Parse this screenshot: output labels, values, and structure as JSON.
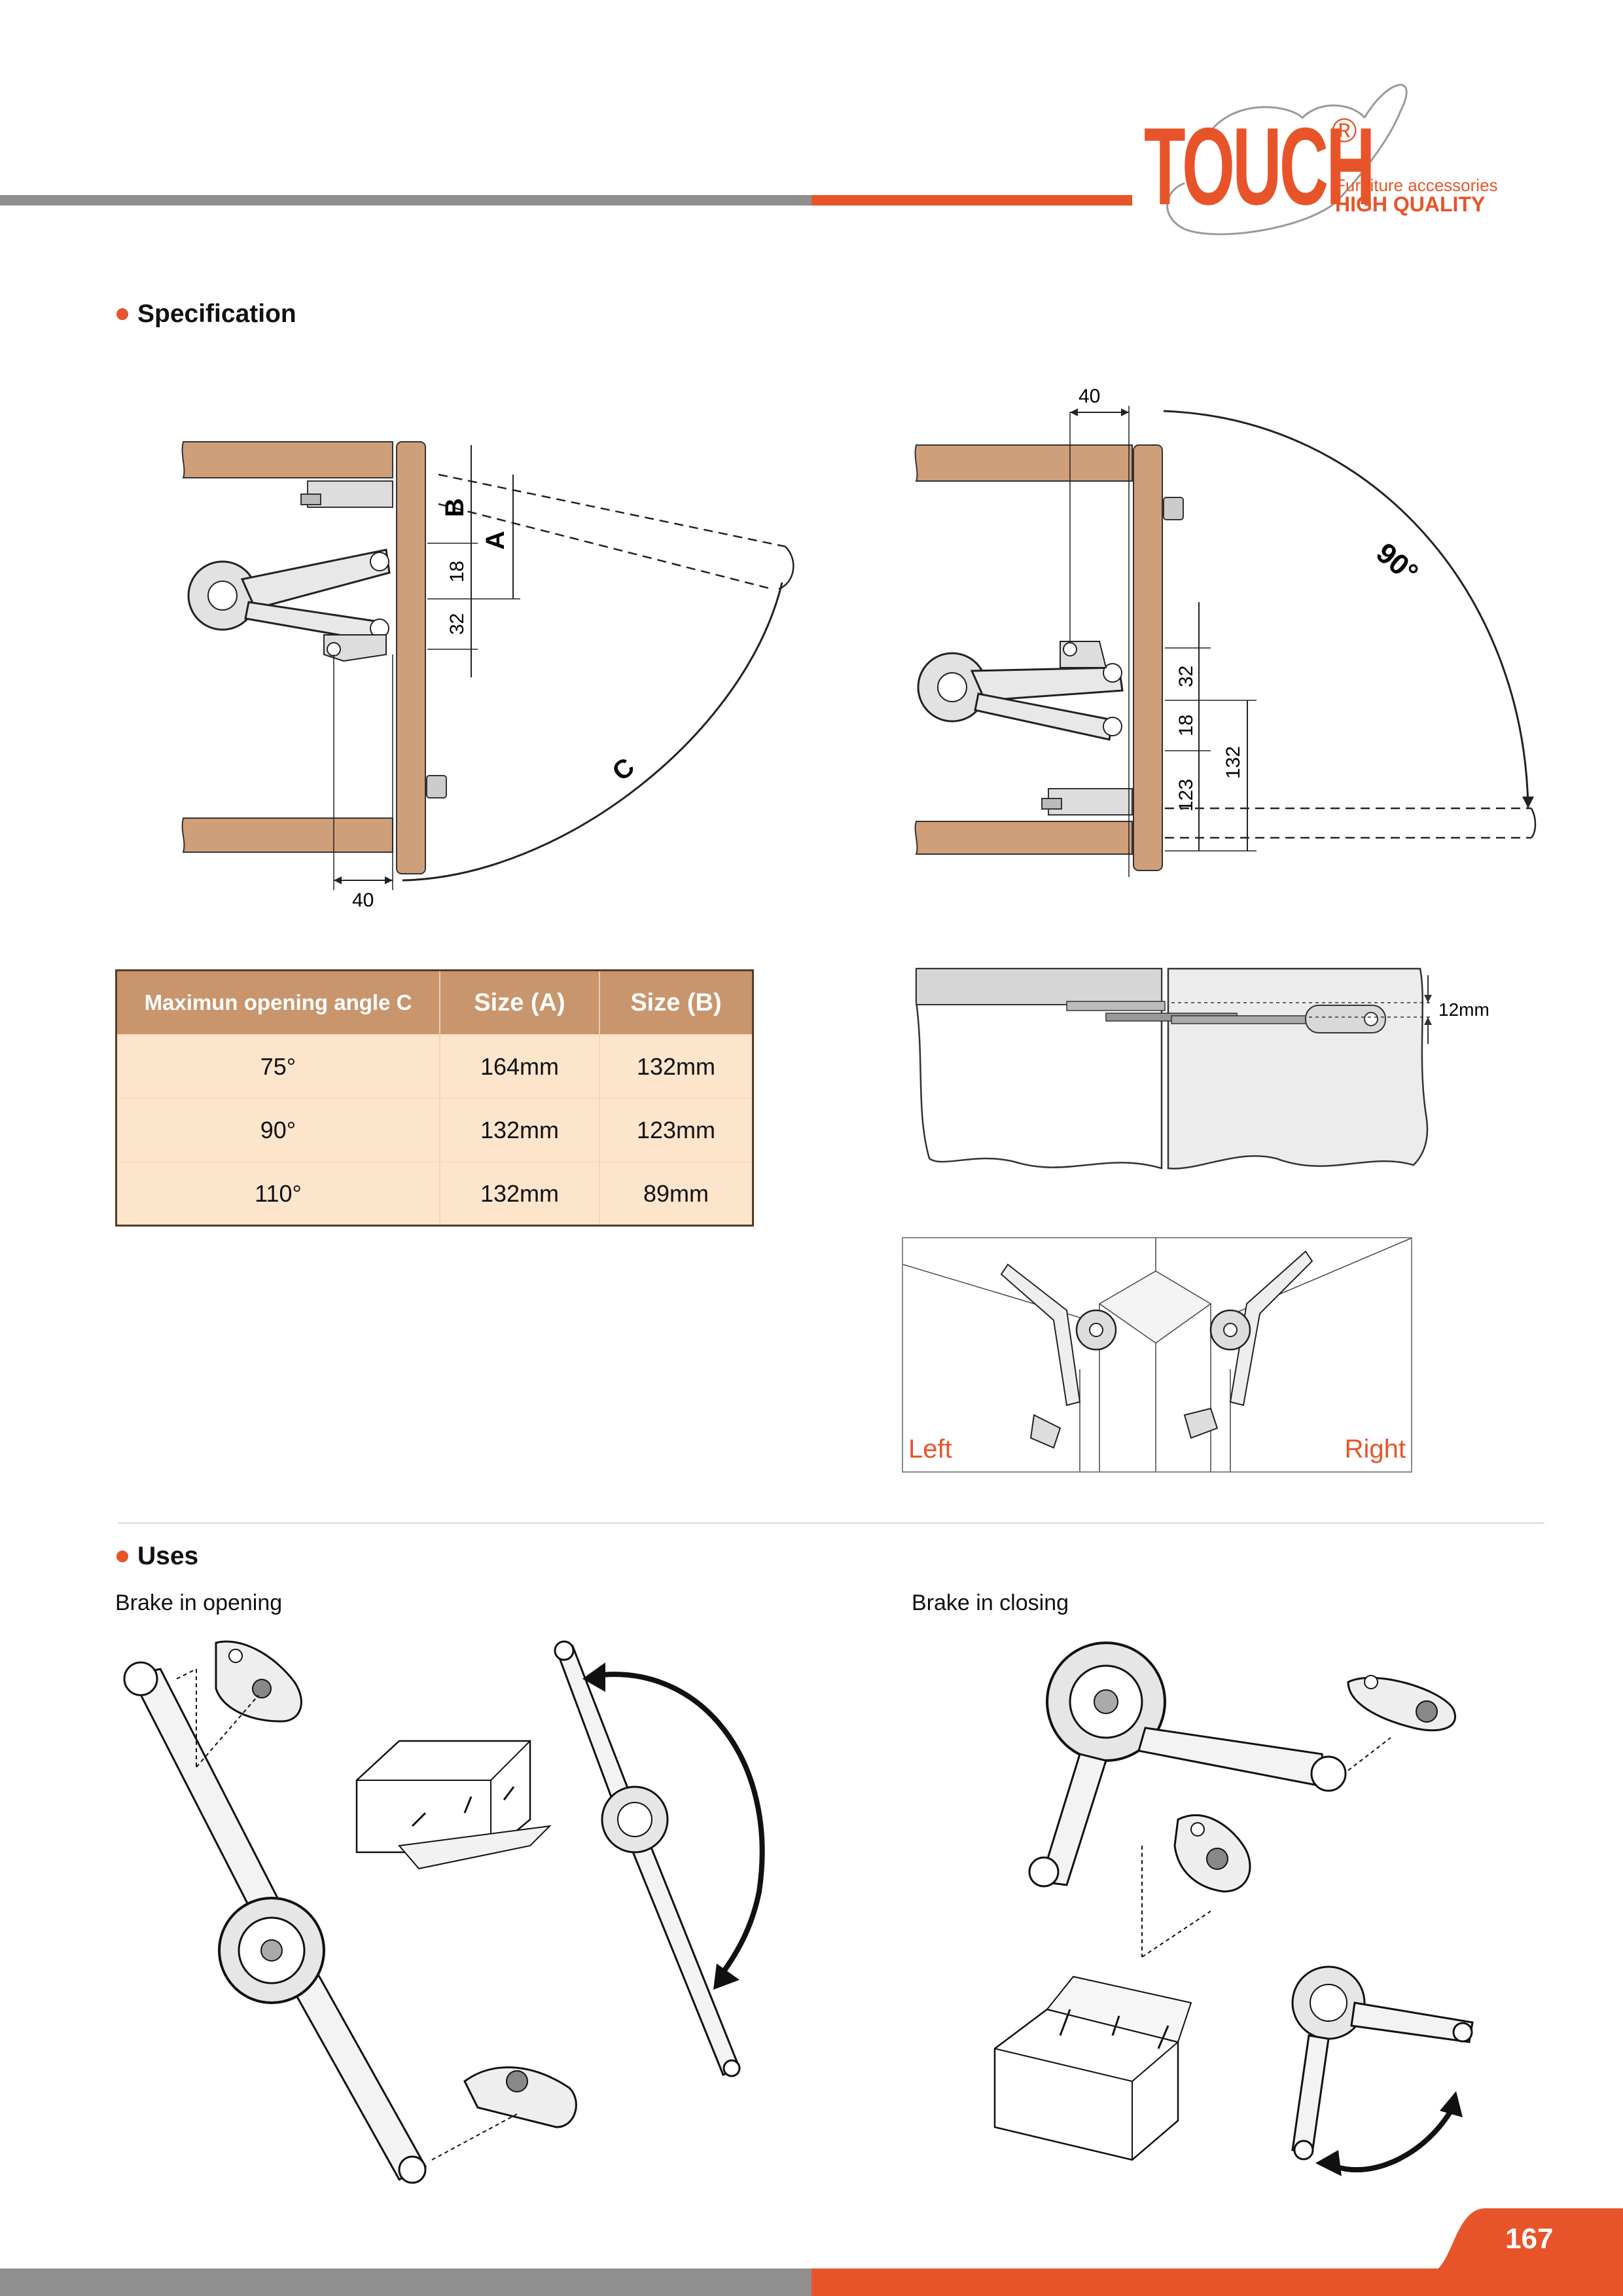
{
  "brand": {
    "name": "TOUCH",
    "registered_mark": "®",
    "tagline_line1": "Furniture accessories",
    "tagline_line2": "HIGH QUALITY"
  },
  "colors": {
    "accent": "#e8542a",
    "gray_bar": "#8f8f8f",
    "wood": "#cf9f7a",
    "table_header": "#c8956c",
    "table_row": "#fde5cc"
  },
  "specification": {
    "title": "Specification",
    "drawing_left": {
      "labels": {
        "a": "A",
        "b": "B",
        "c": "C"
      },
      "dims": {
        "d18": "18",
        "d32": "32",
        "d40": "40"
      }
    },
    "drawing_right": {
      "angle": "90°",
      "dims": {
        "d40": "40",
        "d32": "32",
        "d18": "18",
        "d123": "123",
        "d132": "132"
      }
    },
    "side_view": {
      "dim": "12mm"
    },
    "orientation": {
      "left": "Left",
      "right": "Right"
    },
    "table": {
      "headers": [
        "Maximun opening angle C",
        "Size (A)",
        "Size (B)"
      ],
      "rows": [
        [
          "75°",
          "164mm",
          "132mm"
        ],
        [
          "90°",
          "132mm",
          "123mm"
        ],
        [
          "110°",
          "132mm",
          "89mm"
        ]
      ]
    }
  },
  "uses": {
    "title": "Uses",
    "left_caption": "Brake in opening",
    "right_caption": "Brake in closing"
  },
  "footer": {
    "page_number": "167"
  }
}
